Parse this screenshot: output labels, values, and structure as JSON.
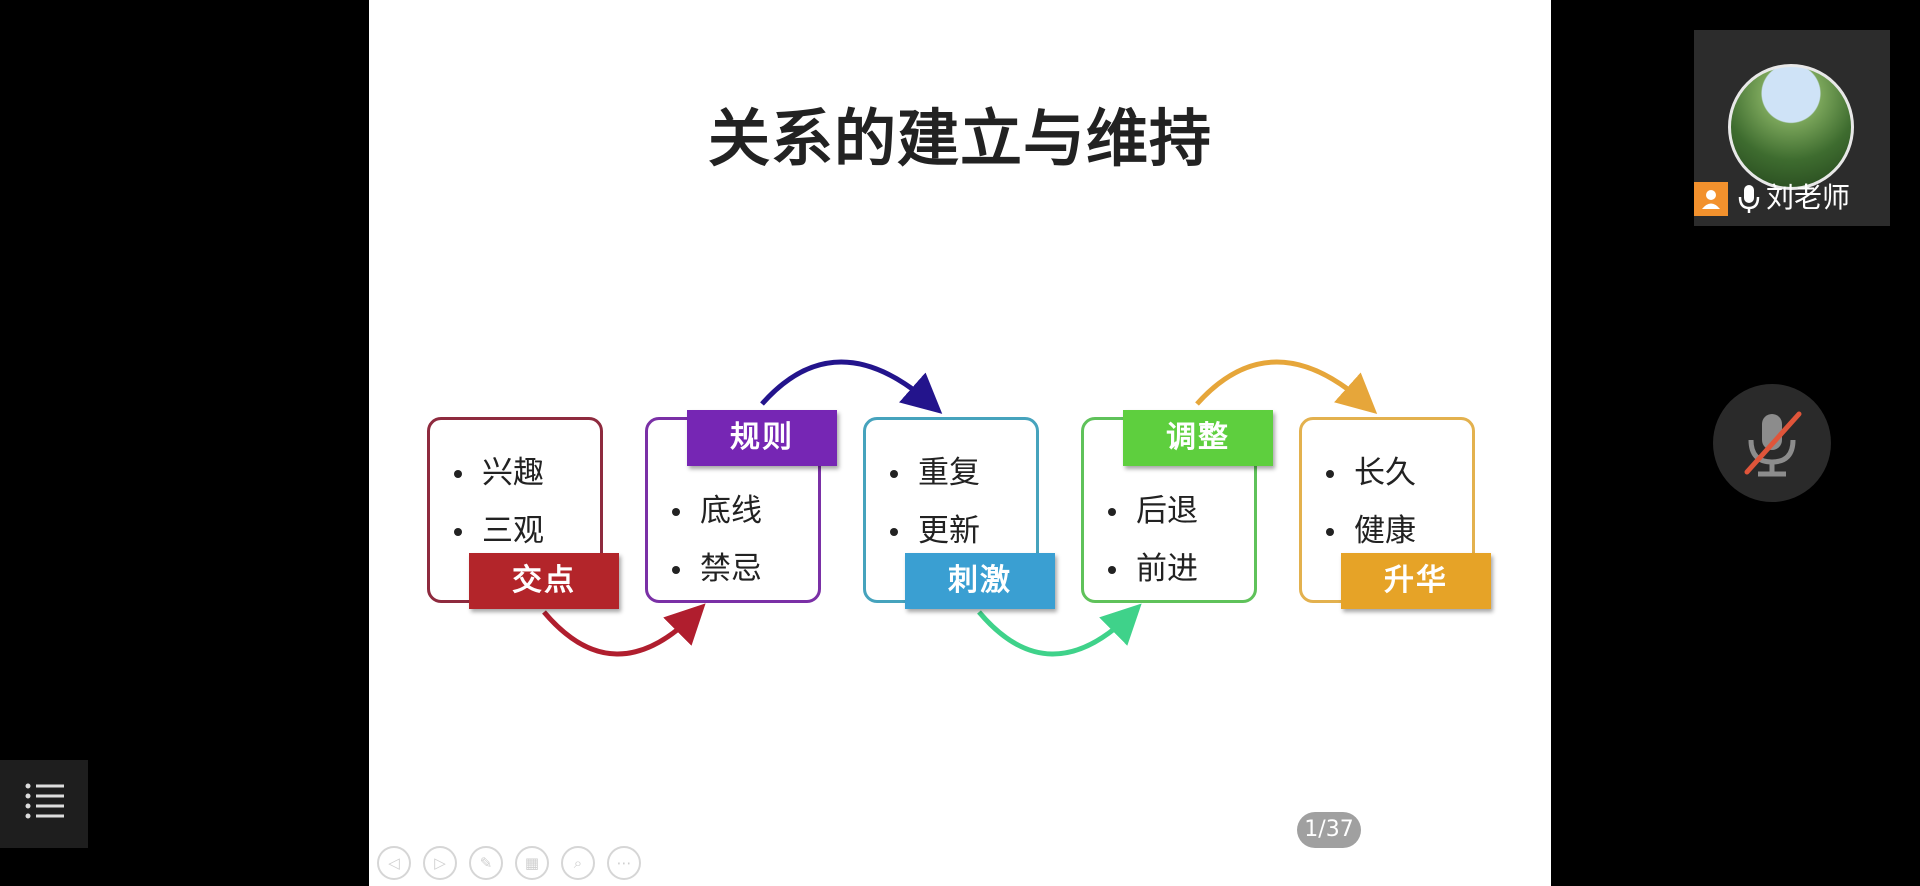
{
  "slide": {
    "title": "关系的建立与维持",
    "stages": [
      {
        "label": "交点",
        "items": [
          "兴趣",
          "三观"
        ],
        "color": "#b3252a"
      },
      {
        "label": "规则",
        "items": [
          "底线",
          "禁忌"
        ],
        "color": "#7626b4"
      },
      {
        "label": "刺激",
        "items": [
          "重复",
          "更新"
        ],
        "color": "#3a9fd2"
      },
      {
        "label": "调整",
        "items": [
          "后退",
          "前进"
        ],
        "color": "#5ecf3e"
      },
      {
        "label": "升华",
        "items": [
          "长久",
          "健康"
        ],
        "color": "#e6a327"
      }
    ],
    "border_colors": [
      "#8e2a3e",
      "#7a30a6",
      "#46a3bd",
      "#5fc25a",
      "#e3b14e"
    ],
    "arrow_colors": [
      "#b01e2e",
      "#23148c",
      "#3fd28a",
      "#e6a63a"
    ]
  },
  "page_indicator": "1/37",
  "controls": [
    {
      "name": "prev-icon",
      "glyph": "◁"
    },
    {
      "name": "next-icon",
      "glyph": "▷"
    },
    {
      "name": "pen-icon",
      "glyph": "✎"
    },
    {
      "name": "grid-icon",
      "glyph": "▦"
    },
    {
      "name": "zoom-icon",
      "glyph": "⌕"
    },
    {
      "name": "more-icon",
      "glyph": "⋯"
    }
  ],
  "participant": {
    "name": "刘老师"
  }
}
